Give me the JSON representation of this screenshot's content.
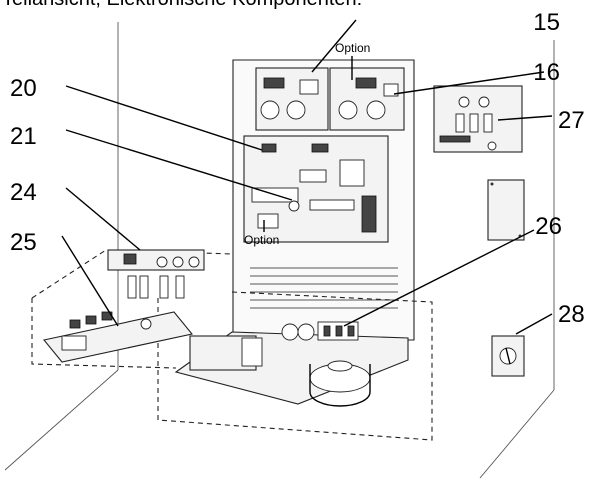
{
  "title": "Teilansicht, Elektronische Komponenten:",
  "callouts": {
    "c15": "15",
    "c16": "16",
    "c20": "20",
    "c21": "21",
    "c24": "24",
    "c25": "25",
    "c26": "26",
    "c27": "27",
    "c28": "28"
  },
  "option_labels": {
    "top": "Option",
    "middle": "Option"
  }
}
